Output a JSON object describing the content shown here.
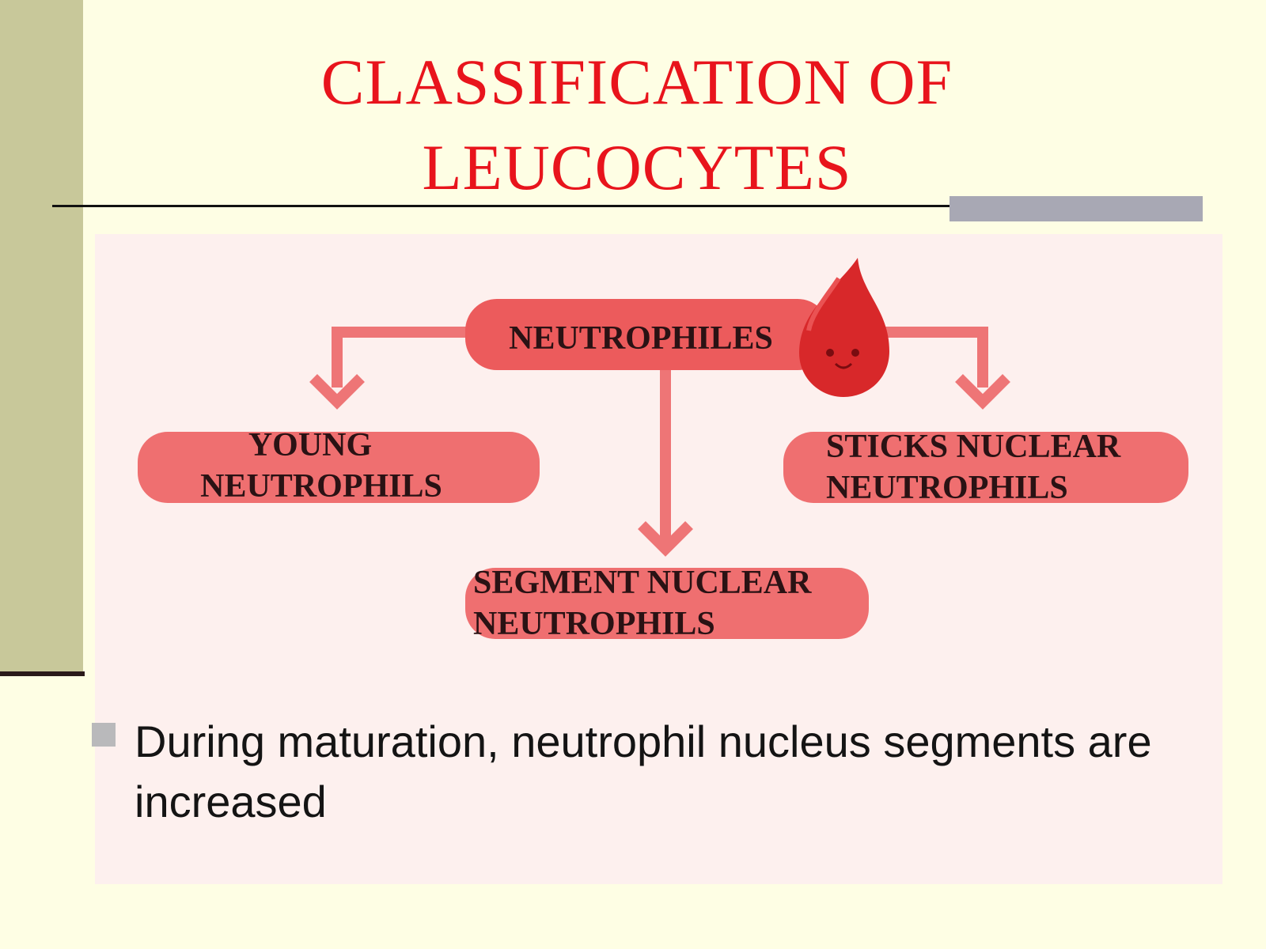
{
  "slide": {
    "title_line1": "CLASSIFICATION OF",
    "title_line2": "LEUCOCYTES"
  },
  "diagram": {
    "root": "NEUTROPHILES",
    "left_line1": "YOUNG",
    "left_line2": "NEUTROPHILS",
    "right_line1": "STICKS NUCLEAR",
    "right_line2": "NEUTROPHILS",
    "bottom_line1": "SEGMENT NUCLEAR",
    "bottom_line2": "NEUTROPHILS",
    "icon": "blood-drop-icon",
    "colors": {
      "node_fill": "#ef6f70",
      "root_fill": "#ec5b5c",
      "connector": "#ee7576",
      "drop": "#d8282a",
      "title": "#e8141c"
    }
  },
  "bullet": {
    "text": "During maturation, neutrophil nucleus segments are increased"
  }
}
